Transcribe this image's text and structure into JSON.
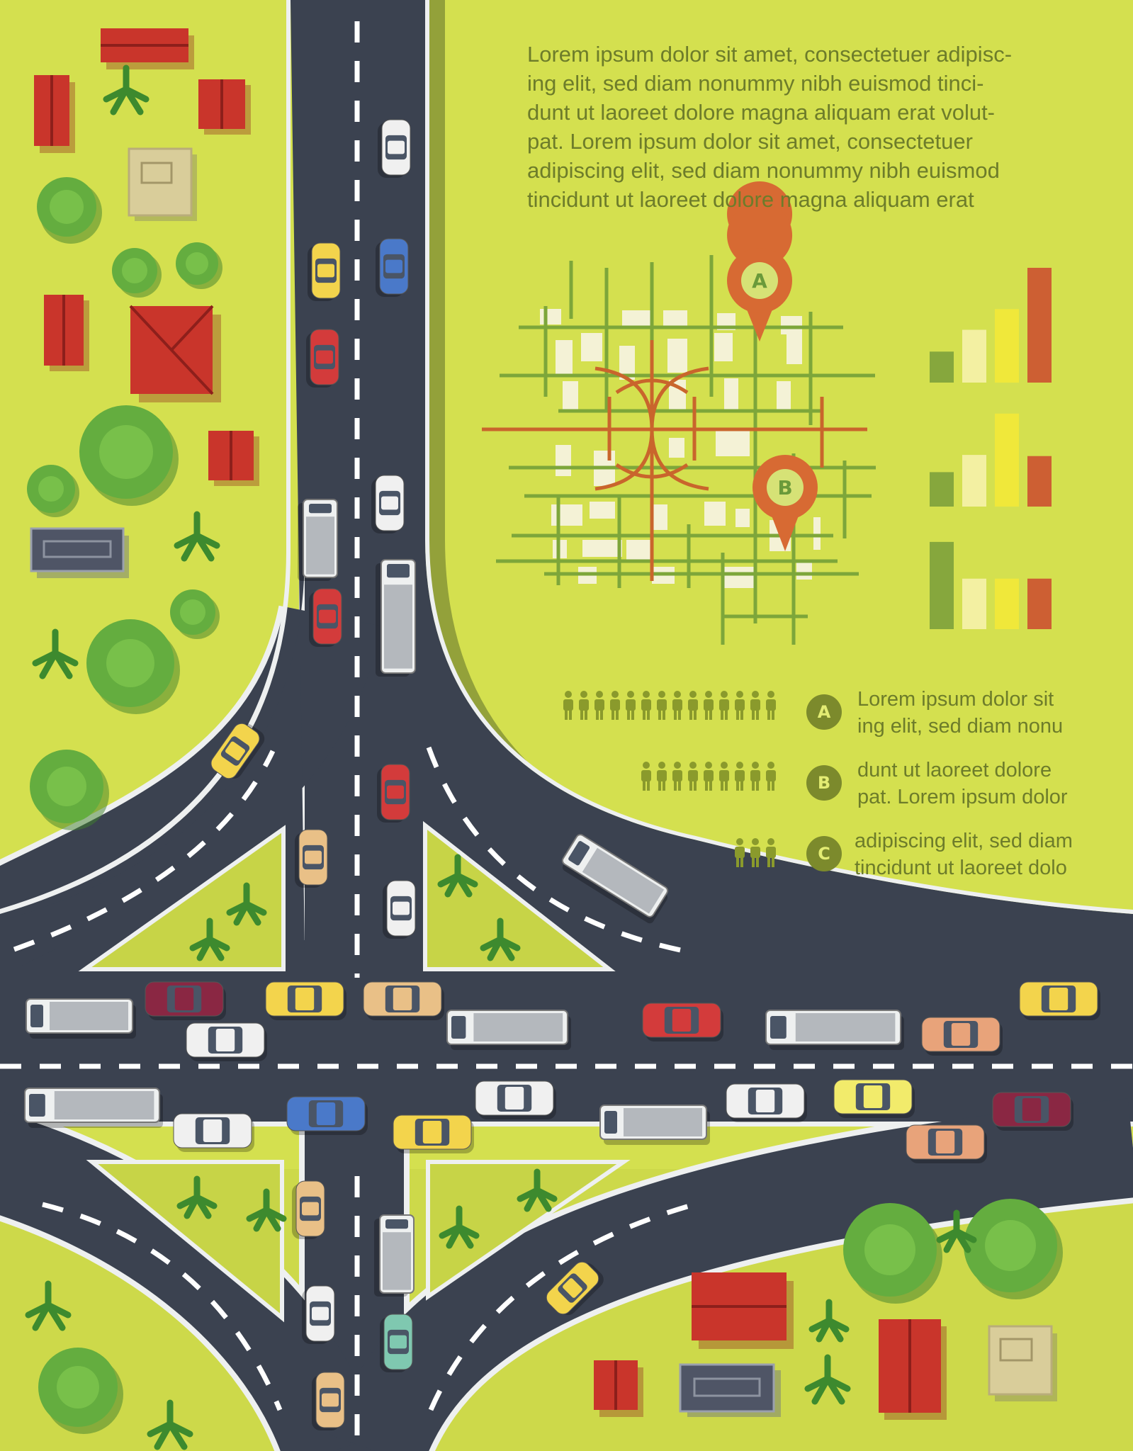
{
  "intro_lines": [
    "Lorem ipsum dolor sit amet, consectetuer adipisc-",
    "ing elit, sed diam nonummy nibh euismod tinci-",
    "dunt ut laoreet dolore magna aliquam erat volut-",
    "pat. Lorem ipsum dolor sit amet, consectetuer",
    "adipiscing elit, sed diam nonummy nibh euismod",
    "tincidunt ut laoreet dolore magna aliquam erat"
  ],
  "markers": [
    {
      "letter": "A"
    },
    {
      "letter": "B"
    }
  ],
  "legend": [
    {
      "letter": "A",
      "people": 14,
      "lines": [
        "Lorem ipsum dolor sit",
        "ing elit, sed diam nonu"
      ]
    },
    {
      "letter": "B",
      "people": 9,
      "lines": [
        "dunt ut laoreet dolore",
        "pat. Lorem ipsum dolor"
      ]
    },
    {
      "letter": "C",
      "people": 3,
      "lines": [
        "adipiscing elit, sed diam",
        "tincidunt ut laoreet dolo"
      ]
    }
  ],
  "bar_groups": [
    {
      "values": [
        0.27,
        0.46,
        0.64,
        1.0
      ]
    },
    {
      "values": [
        0.3,
        0.45,
        0.81,
        0.44
      ]
    },
    {
      "values": [
        0.76,
        0.44,
        0.44,
        0.44
      ]
    }
  ],
  "colors": {
    "grass": "#d4e04f",
    "road": "#3b4250",
    "road_edge": "#eef0f0",
    "lane_marking": "#ffffff",
    "roof_red": "#c9352b",
    "roof_red_dark": "#8d1f1b",
    "tree_green": "#64ad3f",
    "map_green": "#7da63a",
    "map_orange": "#c9652c",
    "map_block": "#f4f2d6",
    "pin": "#d76a33",
    "bar_colors": [
      "#86a73d",
      "#f3f0a2",
      "#f0e83a",
      "#cd5f33"
    ],
    "text": "#6d7c2a",
    "badge": "#7c8a2c"
  },
  "car_colors": [
    "#f0f0f0",
    "#f3d44c",
    "#e9c087",
    "#d33b3b",
    "#4a79c9",
    "#8a2743",
    "#e8a37a",
    "#f2eb6b"
  ]
}
